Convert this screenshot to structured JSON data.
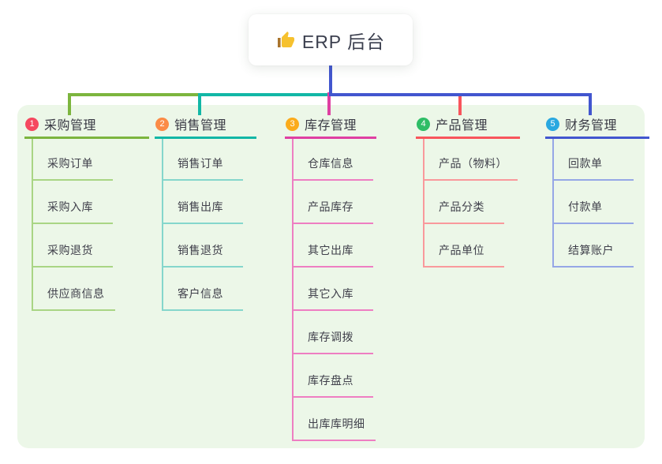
{
  "root": {
    "label": "ERP 后台",
    "icon": "thumbs-up-icon",
    "icon_color": "#f6c12e",
    "card_bg": "#ffffff",
    "text_color": "#3b3f4e"
  },
  "panel": {
    "bg_color": "#ecf7e8"
  },
  "branches": [
    {
      "badge": "1",
      "label": "采购管理",
      "badge_color": "#f5485f",
      "line_color": "#7cb53e",
      "child_line_color": "#a9d584",
      "children": [
        "采购订单",
        "采购入库",
        "采购退货",
        "供应商信息"
      ]
    },
    {
      "badge": "2",
      "label": "销售管理",
      "badge_color": "#fb8b46",
      "line_color": "#12b7a6",
      "child_line_color": "#85d6cc",
      "children": [
        "销售订单",
        "销售出库",
        "销售退货",
        "客户信息"
      ]
    },
    {
      "badge": "3",
      "label": "库存管理",
      "badge_color": "#fbab1c",
      "line_color": "#df3fa2",
      "child_line_color": "#ee7ec2",
      "children": [
        "仓库信息",
        "产品库存",
        "其它出库",
        "其它入库",
        "库存调拨",
        "库存盘点",
        "出库库明细"
      ]
    },
    {
      "badge": "4",
      "label": "产品管理",
      "badge_color": "#2ebd66",
      "line_color": "#f8555c",
      "child_line_color": "#f9999c",
      "children": [
        "产品（物料）",
        "产品分类",
        "产品单位"
      ]
    },
    {
      "badge": "5",
      "label": "财务管理",
      "badge_color": "#29a8e0",
      "line_color": "#4256cf",
      "child_line_color": "#96a7e6",
      "children": [
        "回款单",
        "付款单",
        "结算账户"
      ]
    }
  ]
}
